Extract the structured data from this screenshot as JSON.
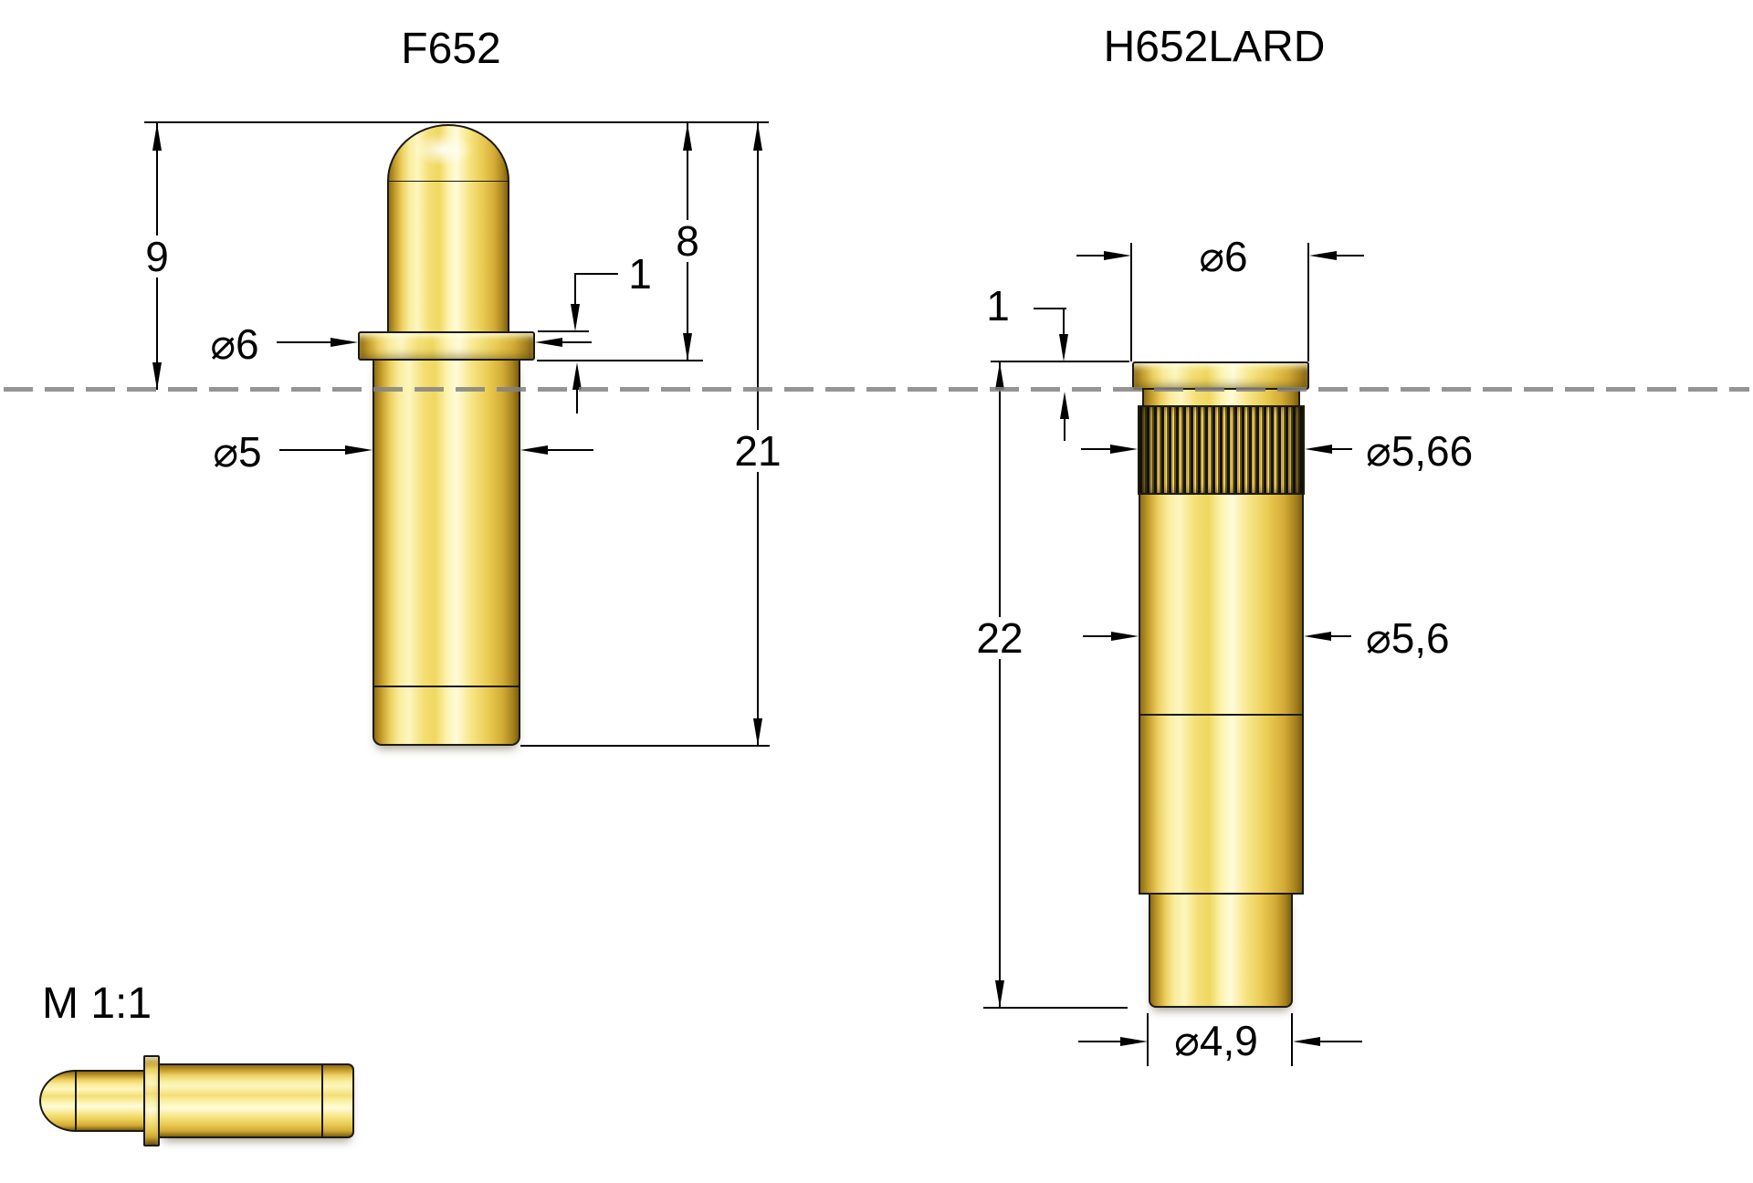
{
  "drawing": {
    "scale_label": "M 1:1",
    "outline_color": "#1c1b12",
    "dimension_color": "#000000",
    "board_line_color": "#8c8c8c",
    "brass_light": "#fdf6bf",
    "brass_mid": "#f4df75",
    "brass_dark": "#7d5f10"
  },
  "f652": {
    "title": "F652",
    "dim_tip_above_board": "9",
    "dim_tip_to_flange_bottom": "8",
    "dim_flange_thickness": "1",
    "dim_total_length": "21",
    "dim_flange_diameter": "⌀6",
    "dim_body_diameter": "⌀5"
  },
  "h652lard": {
    "title": "H652LARD",
    "dim_head_diameter": "⌀6",
    "dim_head_height": "1",
    "dim_total_length": "22",
    "dim_knurl_diameter": "⌀5,66",
    "dim_body_diameter": "⌀5,6",
    "dim_tail_diameter": "⌀4,9"
  }
}
